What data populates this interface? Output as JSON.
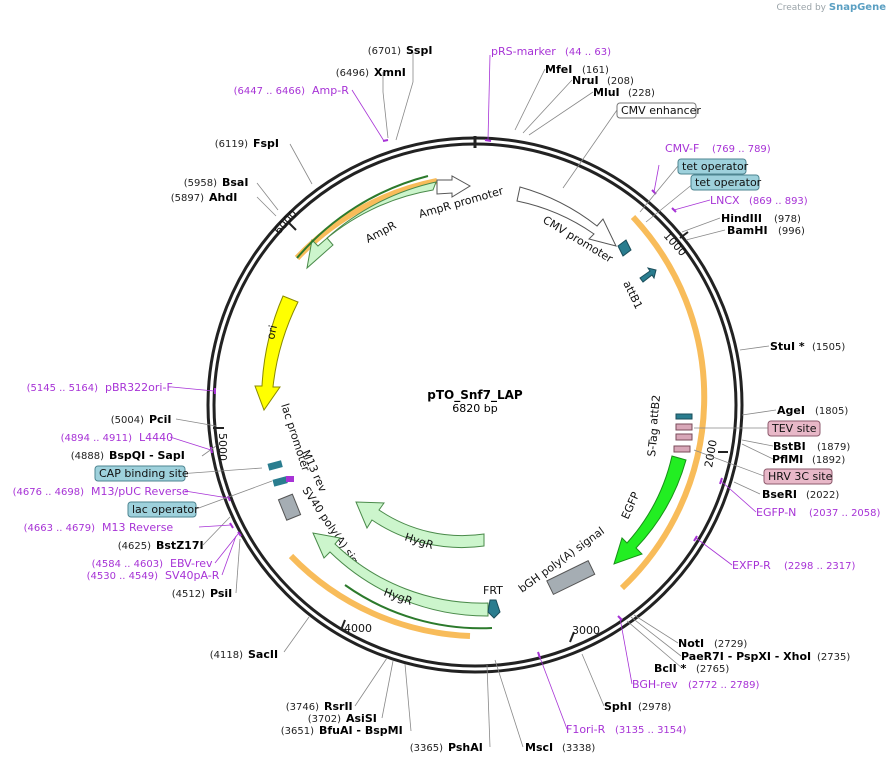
{
  "credit": {
    "prefix": "Created by",
    "brand": "SnapGene"
  },
  "plasmid": {
    "name": "pTO_Snf7_LAP",
    "length_label": "6820 bp"
  },
  "ticks": [
    "1000",
    "2000",
    "3000",
    "4000",
    "5000",
    "6000"
  ],
  "enzymes": [
    {
      "id": "sspi",
      "name": "SspI",
      "pos": "(6701)"
    },
    {
      "id": "xmni",
      "name": "XmnI",
      "pos": "(6496)"
    },
    {
      "id": "fspi",
      "name": "FspI",
      "pos": "(6119)"
    },
    {
      "id": "bsai",
      "name": "BsaI",
      "pos": "(5958)"
    },
    {
      "id": "ahdi",
      "name": "AhdI",
      "pos": "(5897)"
    },
    {
      "id": "mfei",
      "name": "MfeI",
      "pos": "(161)"
    },
    {
      "id": "nrui",
      "name": "NruI",
      "pos": "(208)"
    },
    {
      "id": "mlui",
      "name": "MluI",
      "pos": "(228)"
    },
    {
      "id": "hindiii",
      "name": "HindIII",
      "pos": "(978)"
    },
    {
      "id": "bamhi",
      "name": "BamHI",
      "pos": "(996)"
    },
    {
      "id": "stui",
      "name": "StuI *",
      "pos": "(1505)"
    },
    {
      "id": "agei",
      "name": "AgeI",
      "pos": "(1805)"
    },
    {
      "id": "bstbi",
      "name": "BstBI",
      "pos": "(1879)"
    },
    {
      "id": "pflmi",
      "name": "PflMI",
      "pos": "(1892)"
    },
    {
      "id": "bseri",
      "name": "BseRI",
      "pos": "(2022)"
    },
    {
      "id": "noti",
      "name": "NotI",
      "pos": "(2729)"
    },
    {
      "id": "paer7i",
      "name": "PaeR7I  - PspXI  - XhoI",
      "pos": "(2735)"
    },
    {
      "id": "bcli",
      "name": "BclI *",
      "pos": "(2765)"
    },
    {
      "id": "sphi",
      "name": "SphI",
      "pos": "(2978)"
    },
    {
      "id": "msci",
      "name": "MscI",
      "pos": "(3338)"
    },
    {
      "id": "pshai",
      "name": "PshAI",
      "pos": "(3365)"
    },
    {
      "id": "bfuai",
      "name": "BfuAI  - BspMI",
      "pos": "(3651)"
    },
    {
      "id": "asisi",
      "name": "AsiSI",
      "pos": "(3702)"
    },
    {
      "id": "rsrii",
      "name": "RsrII",
      "pos": "(3746)"
    },
    {
      "id": "sacii",
      "name": "SacII",
      "pos": "(4118)"
    },
    {
      "id": "psii",
      "name": "PsiI",
      "pos": "(4512)"
    },
    {
      "id": "bstz17i",
      "name": "BstZ17I",
      "pos": "(4625)"
    },
    {
      "id": "bspqi",
      "name": "BspQI  - SapI",
      "pos": "(4888)"
    },
    {
      "id": "pcii",
      "name": "PciI",
      "pos": "(5004)"
    }
  ],
  "primers": [
    {
      "id": "prs",
      "name": "pRS-marker",
      "pos": "(44 .. 63)"
    },
    {
      "id": "ampr",
      "name": "Amp-R",
      "pos": "(6447 .. 6466)"
    },
    {
      "id": "cmvf",
      "name": "CMV-F",
      "pos": "(769 .. 789)"
    },
    {
      "id": "lncx",
      "name": "LNCX",
      "pos": "(869 .. 893)"
    },
    {
      "id": "pbr",
      "name": "pBR322ori-F",
      "pos": "(5145 .. 5164)"
    },
    {
      "id": "l4440",
      "name": "L4440",
      "pos": "(4894 .. 4911)"
    },
    {
      "id": "m13puc",
      "name": "M13/pUC Reverse",
      "pos": "(4676 .. 4698)"
    },
    {
      "id": "m13rev",
      "name": "M13 Reverse",
      "pos": "(4663 .. 4679)"
    },
    {
      "id": "ebv",
      "name": "EBV-rev",
      "pos": "(4584 .. 4603)"
    },
    {
      "id": "sv40pa",
      "name": "SV40pA-R",
      "pos": "(4530 .. 4549)"
    },
    {
      "id": "egfpn",
      "name": "EGFP-N",
      "pos": "(2037 .. 2058)"
    },
    {
      "id": "exfpr",
      "name": "EXFP-R",
      "pos": "(2298 .. 2317)"
    },
    {
      "id": "bghrev",
      "name": "BGH-rev",
      "pos": "(2772 .. 2789)"
    },
    {
      "id": "f1ori",
      "name": "F1ori-R",
      "pos": "(3135 .. 3154)"
    }
  ],
  "boxed": [
    {
      "id": "cmvenh",
      "name": "CMV enhancer"
    },
    {
      "id": "tetop1",
      "name": "tet operator"
    },
    {
      "id": "tetop2",
      "name": "tet operator"
    },
    {
      "id": "tev",
      "name": "TEV site"
    },
    {
      "id": "hrv",
      "name": "HRV 3C site"
    },
    {
      "id": "cap",
      "name": "CAP binding site"
    },
    {
      "id": "lacop",
      "name": "lac operator"
    }
  ],
  "features": [
    {
      "id": "ampr_prom",
      "name": "AmpR promoter"
    },
    {
      "id": "ampr",
      "name": "AmpR"
    },
    {
      "id": "cmv_prom",
      "name": "CMV promoter"
    },
    {
      "id": "attb1",
      "name": "attB1"
    },
    {
      "id": "ori",
      "name": "ori"
    },
    {
      "id": "lac_prom",
      "name": "lac promoter"
    },
    {
      "id": "m13rev",
      "name": "M13 rev"
    },
    {
      "id": "sv40",
      "name": "SV40 poly(A) signal"
    },
    {
      "id": "hygr1",
      "name": "HygR"
    },
    {
      "id": "hygr2",
      "name": "HygR"
    },
    {
      "id": "frt",
      "name": "FRT"
    },
    {
      "id": "bgh",
      "name": "bGH poly(A) signal"
    },
    {
      "id": "egfp",
      "name": "EGFP"
    },
    {
      "id": "stag",
      "name": "S-Tag"
    },
    {
      "id": "attb2",
      "name": "attB2"
    }
  ],
  "colors": {
    "backbone": "#222222",
    "feature_fill": "#ccf5cc",
    "feature_stroke": "#4a8a4a",
    "ori": "#ffff00",
    "egfp": "#22ee22",
    "orange": "#f5a623",
    "primer": "#a733d6",
    "teal": "#2a7d8f",
    "box_blue": "#9ed1dc",
    "box_pink": "#e8b8c8",
    "polya": "#a5adb3"
  }
}
